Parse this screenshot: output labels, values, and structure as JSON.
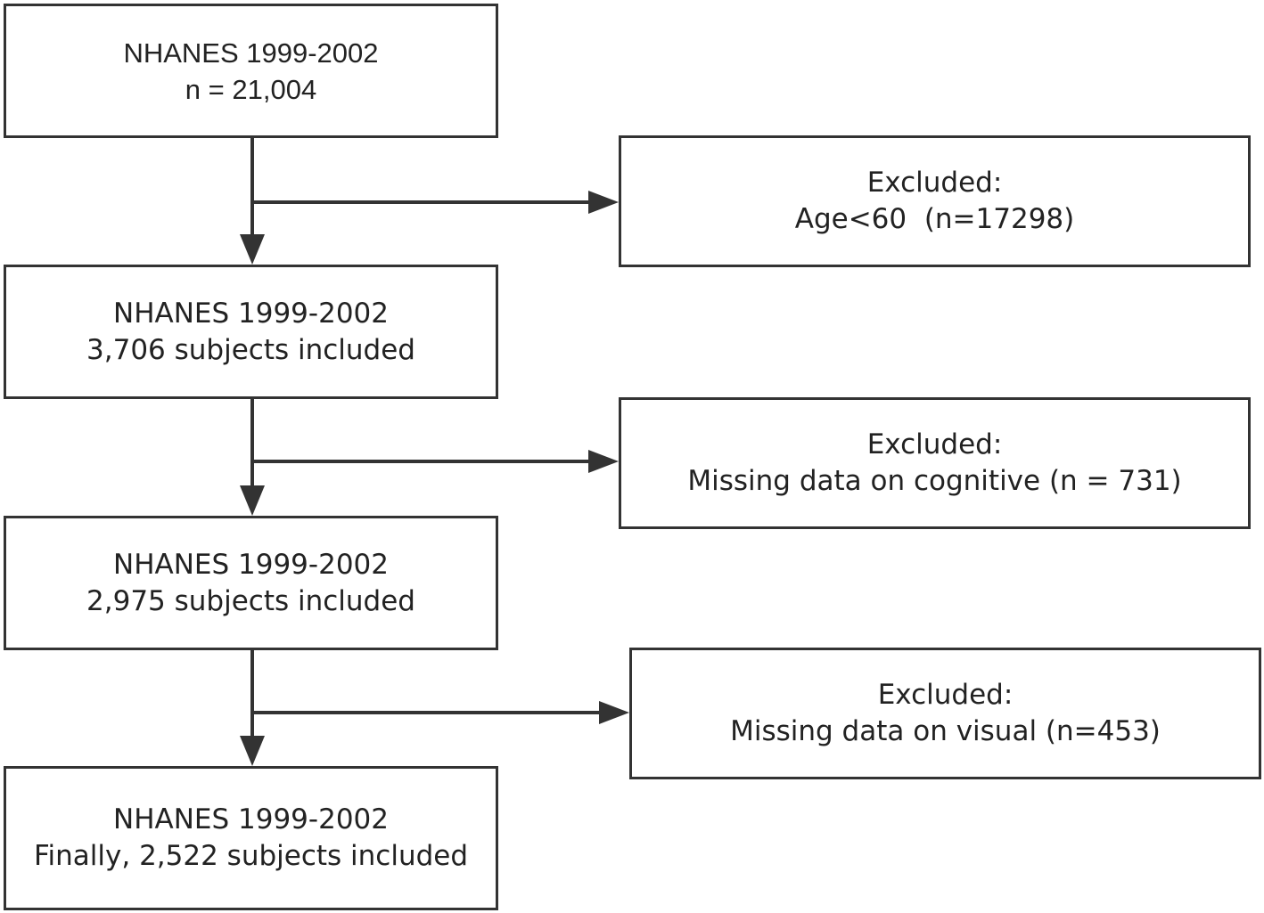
{
  "flowchart": {
    "boxes": [
      {
        "line1": "NHANES 1999-2002",
        "line2": "n = 21,004"
      },
      {
        "line1": "NHANES 1999-2002",
        "line2": "3,706 subjects included"
      },
      {
        "line1": "NHANES 1999-2002",
        "line2": "2,975 subjects included"
      },
      {
        "line1": "NHANES 1999-2002",
        "line2": "Finally, 2,522 subjects included"
      }
    ],
    "exclusions": [
      {
        "heading": "Excluded:",
        "reason": "Age<60  (n=17298)"
      },
      {
        "heading": "Excluded:",
        "reason": "Missing data on cognitive (n = 731)"
      },
      {
        "heading": "Excluded:",
        "reason": "Missing data on visual (n=453)"
      }
    ]
  },
  "colors": {
    "line": "#333333",
    "text": "#222222",
    "background": "#ffffff"
  }
}
